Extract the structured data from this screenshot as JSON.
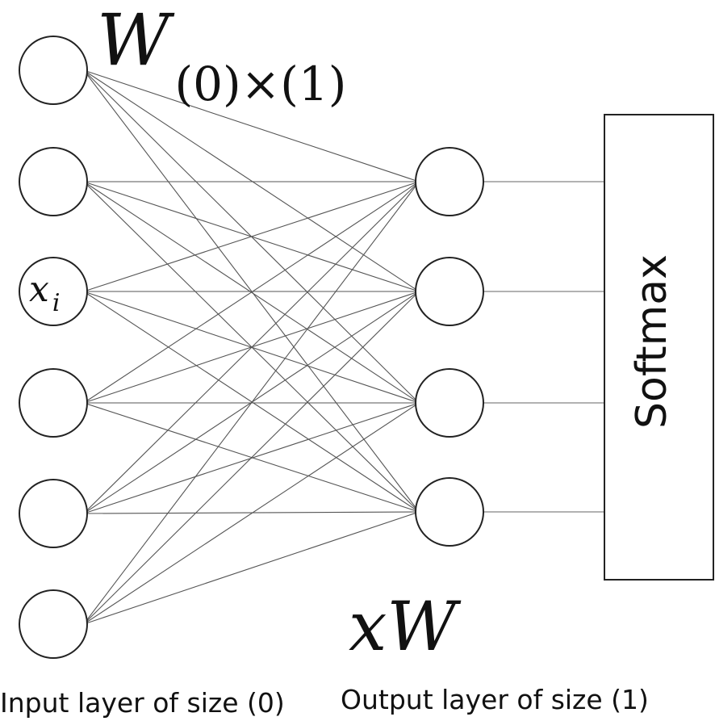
{
  "weight_label": {
    "symbol": "W",
    "subscript": "(0)×(1)"
  },
  "node_label": {
    "base": "x",
    "subscript": "i"
  },
  "product_label": "xW",
  "softmax_label": "Softmax",
  "input_caption": "Input layer of size (0)",
  "output_caption": "Output layer of size (1)",
  "input_layer": {
    "node_count": 6,
    "labeled_index": 2
  },
  "output_layer": {
    "node_count": 4
  },
  "connections": "fully-connected"
}
